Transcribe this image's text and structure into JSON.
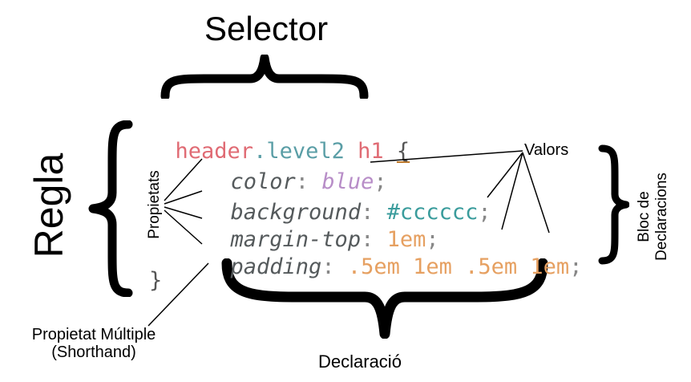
{
  "labels": {
    "selector": "Selector",
    "regla": "Regla",
    "propietats": "Propietats",
    "valors": "Valors",
    "bloc_line1": "Bloc de",
    "bloc_line2": "Declaracions",
    "shorthand_line1": "Propietat Múltiple",
    "shorthand_line2": "(Shorthand)",
    "declaracio": "Declaració"
  },
  "code": {
    "selector_element": "header",
    "selector_class_dot": ".",
    "selector_class": "level2",
    "selector_tag": "h1",
    "open_brace": "{",
    "close_brace": "}",
    "lines": [
      {
        "property": "color",
        "colon": ":",
        "value": "blue",
        "semicolon": ";"
      },
      {
        "property": "background",
        "colon": ":",
        "value": "#cccccc",
        "semicolon": ";"
      },
      {
        "property": "margin-top",
        "colon": ":",
        "value": "1em",
        "semicolon": ";"
      },
      {
        "property": "padding",
        "colon": ":",
        "value": ".5em 1em .5em 1em",
        "semicolon": ";"
      }
    ]
  },
  "colors": {
    "selector_element": "#e06b74",
    "selector_class": "#5a9ea6",
    "property": "#555a5c",
    "punctuation": "#888888",
    "value_keyword": "#b88ec8",
    "value_hash": "#3a9c9c",
    "value_hex": "#b88ec8",
    "value_number": "#e6a061",
    "value_unit": "#b88ec8",
    "cursor_brace": "#c07a2a"
  }
}
